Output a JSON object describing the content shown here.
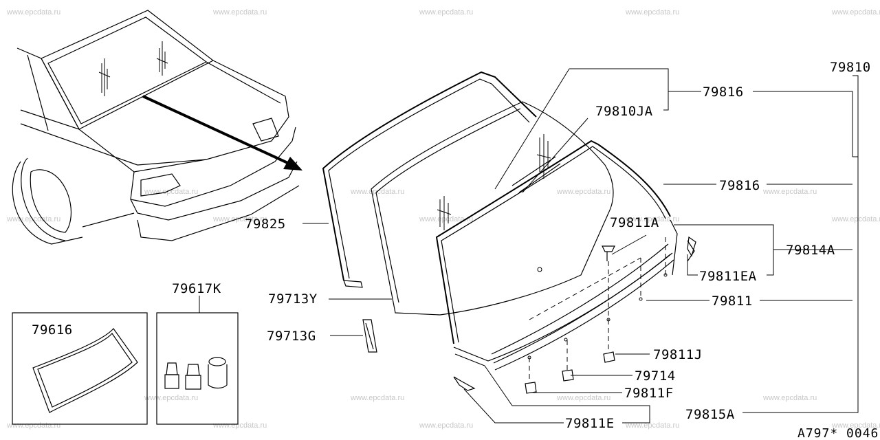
{
  "watermark": "www.epcdata.ru",
  "diagram_code": "A797* 0046",
  "parts": {
    "p79810": "79810",
    "p79816_top": "79816",
    "p79810JA": "79810JA",
    "p79816_mid": "79816",
    "p79825": "79825",
    "p79811A": "79811A",
    "p79814A": "79814A",
    "p79811EA": "79811EA",
    "p79713Y": "79713Y",
    "p79811": "79811",
    "p79617K": "79617K",
    "p79616": "79616",
    "p79713G": "79713G",
    "p79811J": "79811J",
    "p79714": "79714",
    "p79811F": "79811F",
    "p79815A": "79815A",
    "p79811E": "79811E"
  }
}
